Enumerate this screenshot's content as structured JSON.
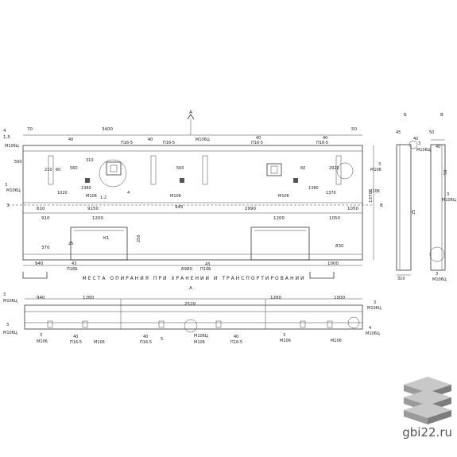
{
  "section_marks": {
    "a_top": "А",
    "a_bottom": "А",
    "b": "Б",
    "v": "В",
    "three": "3"
  },
  "captions": {
    "support_places": "МЕСТА ОПИРАНИЯ ПРИ ХРАНЕНИИ И ТРАНСПОРТИРОВАНИИ"
  },
  "elevation": {
    "top_dims": [
      "70",
      "3400",
      "50",
      "4",
      "1,5"
    ],
    "row_dims": [
      "40",
      "П16-5",
      "40",
      "П16-5",
      "М106Ц",
      "40",
      "П16-5",
      "40",
      "П16-5"
    ],
    "mid_dims": [
      "590",
      "210",
      "60",
      "310",
      "1020",
      "1380",
      "560",
      "1370",
      "60",
      "560",
      "2920",
      "1380"
    ],
    "line2_dims": [
      "610",
      "9150",
      "945",
      "2990",
      "1050"
    ],
    "line3_dims": [
      "910",
      "1200",
      "1200",
      "1050"
    ],
    "lower_dims": [
      "370",
      "940",
      "43",
      "П16Б",
      "6980",
      "43",
      "П16Б",
      "1000",
      "830"
    ],
    "heights": [
      "1370",
      "250",
      "25"
    ],
    "marks": [
      "М106",
      "4",
      "М106",
      "М106",
      "3",
      "М106",
      "3",
      "М106Ц",
      "М106",
      "М106Ц",
      "1:2",
      "К1"
    ],
    "plan_dims": [
      "940",
      "1260",
      "2520",
      "1260",
      "1000"
    ],
    "plan_marks": [
      "3",
      "М106Ц",
      "3",
      "М106",
      "40",
      "П16-5",
      "М106",
      "40",
      "П16-5",
      "5",
      "М106Ц",
      "М106",
      "40",
      "П16-5",
      "3",
      "М106",
      "М106",
      "4",
      "М106Ц"
    ],
    "plan_side": [
      "3",
      "М106Ц",
      "3",
      "М106Ц"
    ]
  },
  "section": {
    "dims": [
      "45",
      "40",
      "50",
      "40",
      "50",
      "25",
      "310"
    ],
    "marks": [
      "3",
      "М106Ц",
      "3",
      "М106Ц",
      "3",
      "М106Ц"
    ]
  },
  "brand": {
    "site": "gbi22.ru",
    "logo_icon": "stacked-slabs-icon",
    "colors": {
      "top": "#c8c8c8",
      "side": "#9a9a9a",
      "dark": "#7d7d7d"
    }
  }
}
